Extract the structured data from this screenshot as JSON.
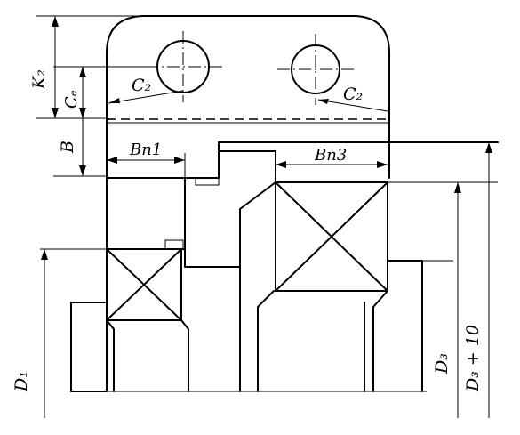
{
  "labels": {
    "k2": "K₂",
    "ce": "Cₑ",
    "b": "B",
    "c2_left": "C₂",
    "c2_right": "C₂",
    "bp1": "Bп1",
    "bp3": "Bп3",
    "d1": "D₁",
    "d3": "D₃",
    "d3_plus_10": "D₃ + 10"
  }
}
